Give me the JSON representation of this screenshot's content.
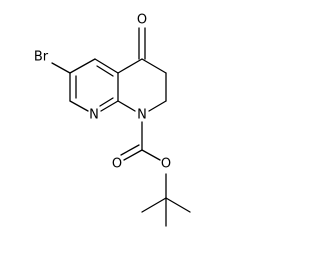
{
  "structure": {
    "atoms": [
      {
        "id": "o_ketone",
        "label": "O",
        "name": "ketone-oxygen-label"
      },
      {
        "id": "br",
        "label": "Br",
        "name": "bromine-label"
      },
      {
        "id": "n_pyridine",
        "label": "N",
        "name": "pyridine-nitrogen-label"
      },
      {
        "id": "n_amide",
        "label": "N",
        "name": "ring-nitrogen-label"
      },
      {
        "id": "o_carbonyl",
        "label": "O",
        "name": "carbonyl-oxygen-label"
      },
      {
        "id": "o_ester",
        "label": "O",
        "name": "ester-oxygen-label"
      }
    ]
  }
}
